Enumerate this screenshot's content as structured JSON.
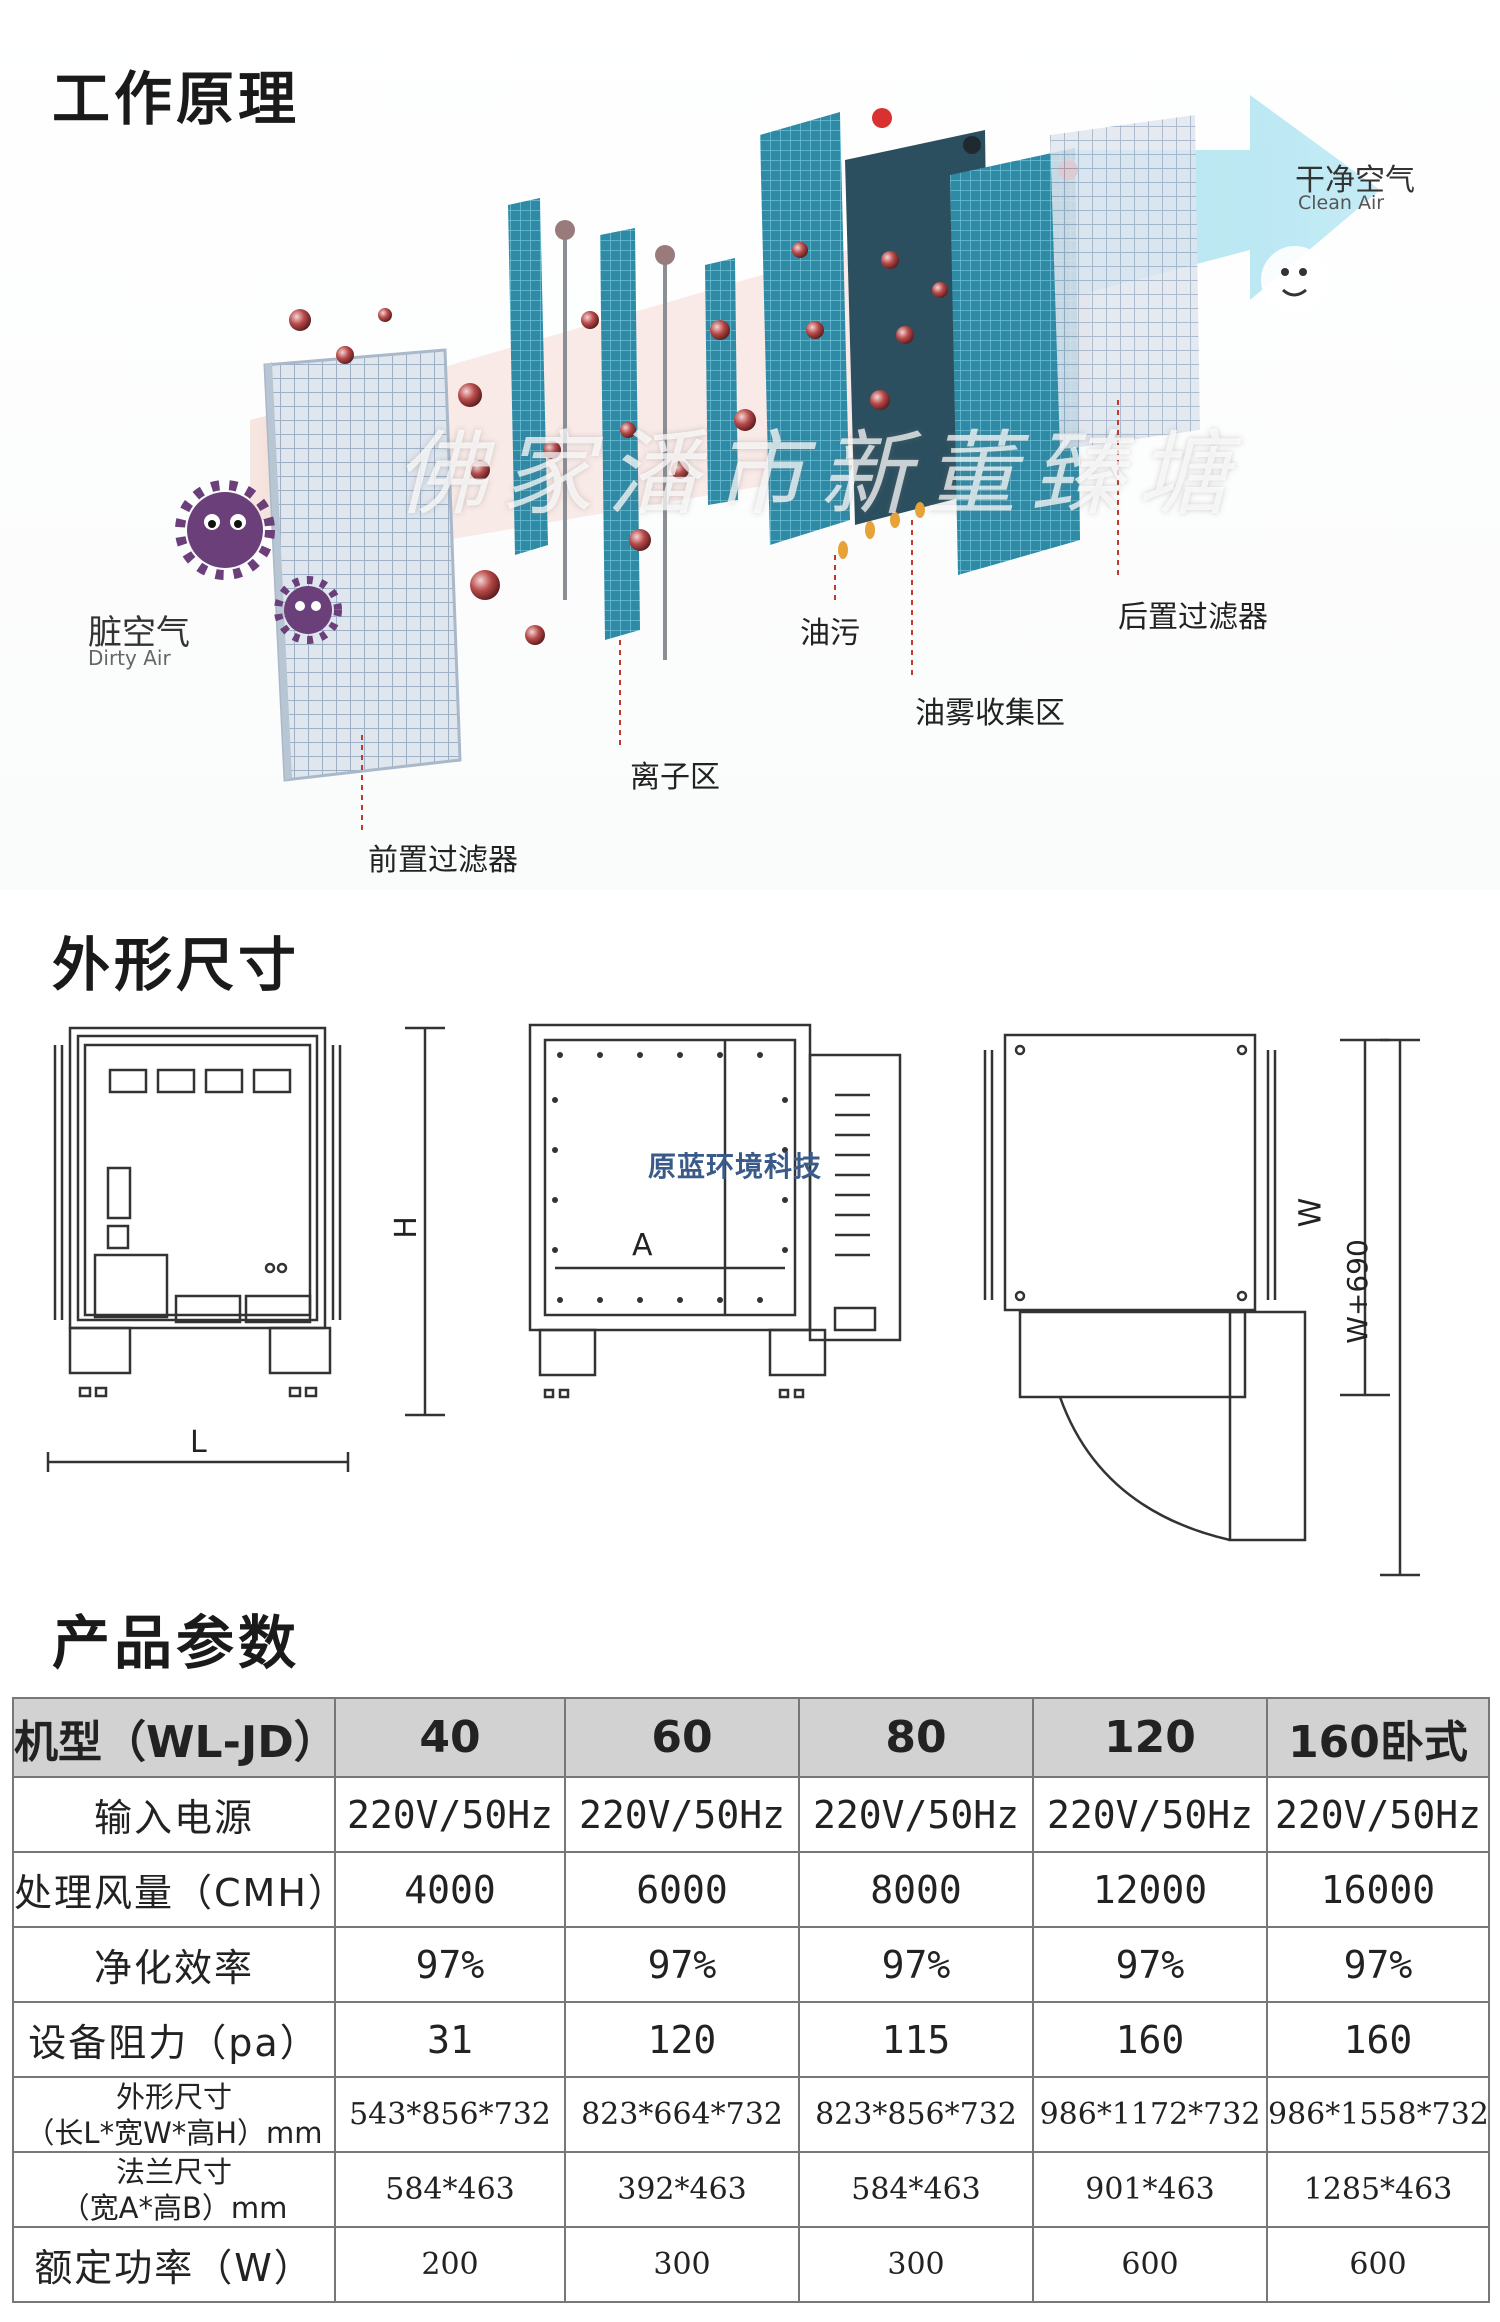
{
  "sections": {
    "principle_title": "工作原理",
    "dimensions_title": "外形尺寸",
    "params_title": "产品参数"
  },
  "principle": {
    "dirty_air_cn": "脏空气",
    "dirty_air_en": "Dirty Air",
    "clean_air_cn": "干净空气",
    "clean_air_en": "Clean Air",
    "pre_filter": "前置过滤器",
    "ion_zone": "离子区",
    "oil_stain": "油污",
    "oil_mist_collection": "油雾收集区",
    "post_filter": "后置过滤器",
    "watermark": "佛家潘市新董臻塘"
  },
  "dimensions": {
    "label_H": "H",
    "label_L": "L",
    "label_A": "A",
    "label_W": "W",
    "label_W690": "W+690",
    "watermark": "原蓝环境科技"
  },
  "table": {
    "header": [
      "机型（WL-JD）",
      "40",
      "60",
      "80",
      "120",
      "160卧式"
    ],
    "rows": [
      {
        "label": "输入电源",
        "values": [
          "220V/50Hz",
          "220V/50Hz",
          "220V/50Hz",
          "220V/50Hz",
          "220V/50Hz"
        ]
      },
      {
        "label": "处理风量（CMH）",
        "values": [
          "4000",
          "6000",
          "8000",
          "12000",
          "16000"
        ]
      },
      {
        "label": "净化效率",
        "values": [
          "97%",
          "97%",
          "97%",
          "97%",
          "97%"
        ]
      },
      {
        "label": "设备阻力（pa）",
        "values": [
          "31",
          "120",
          "115",
          "160",
          "160"
        ]
      },
      {
        "label_line1": "外形尺寸",
        "label_line2": "（长L*宽W*高H）mm",
        "values": [
          "543*856*732",
          "823*664*732",
          "823*856*732",
          "986*1172*732",
          "986*1558*732"
        ]
      },
      {
        "label_line1": "法兰尺寸",
        "label_line2": "（宽A*高B）mm",
        "values": [
          "584*463",
          "392*463",
          "584*463",
          "901*463",
          "1285*463"
        ]
      },
      {
        "label": "额定功率（W）",
        "values": [
          "200",
          "300",
          "300",
          "600",
          "600"
        ]
      }
    ]
  },
  "colors": {
    "filter_blue": "#2a7d9c",
    "airflow_cyan": "#8fd8ea",
    "dirty_purple": "#6b3f7a",
    "table_header": "#d2d2d2",
    "table_border": "#777777"
  }
}
